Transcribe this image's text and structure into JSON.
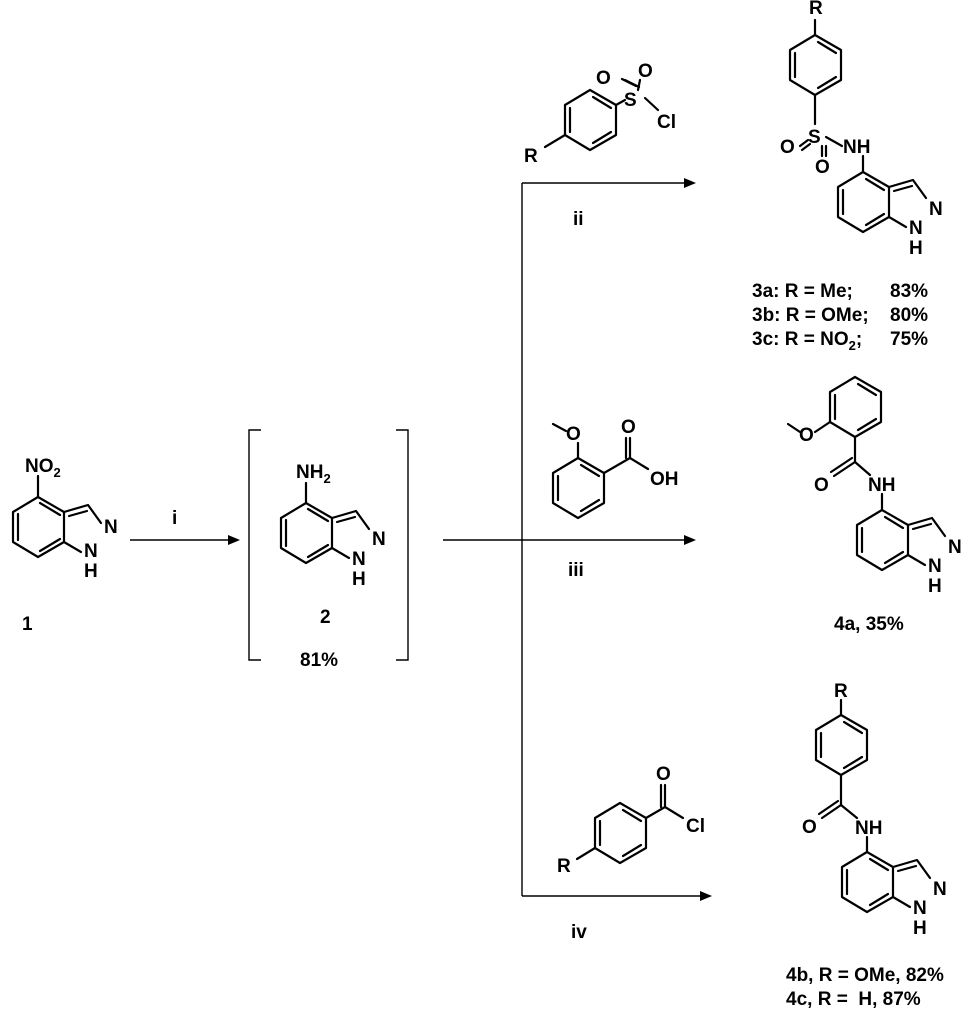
{
  "reagents": {
    "i": "i",
    "ii": "ii",
    "iii": "iii",
    "iv": "iv"
  },
  "compounds": {
    "c1": {
      "label": "1",
      "substituent": "NO",
      "substituent_sub": "2"
    },
    "c2": {
      "label": "2",
      "yield": "81%",
      "substituent": "NH",
      "substituent_sub": "2"
    },
    "c3": {
      "lines": [
        {
          "name": "3a: R = Me;",
          "yield": "83%"
        },
        {
          "name": "3b: R = OMe;",
          "yield": "80%"
        },
        {
          "name_pre": "3c: R = NO",
          "name_sub": "2",
          "name_post": ";",
          "yield": "75%"
        }
      ]
    },
    "c4a": {
      "label": "4a, 35%"
    },
    "c4bc": {
      "lines": [
        "4b, R = OMe, 82%",
        "4c, R =  H, 87%"
      ]
    }
  },
  "atoms": {
    "N": "N",
    "H": "H",
    "NH": "NH",
    "O": "O",
    "OH": "OH",
    "S": "S",
    "Cl": "Cl",
    "R": "R"
  }
}
